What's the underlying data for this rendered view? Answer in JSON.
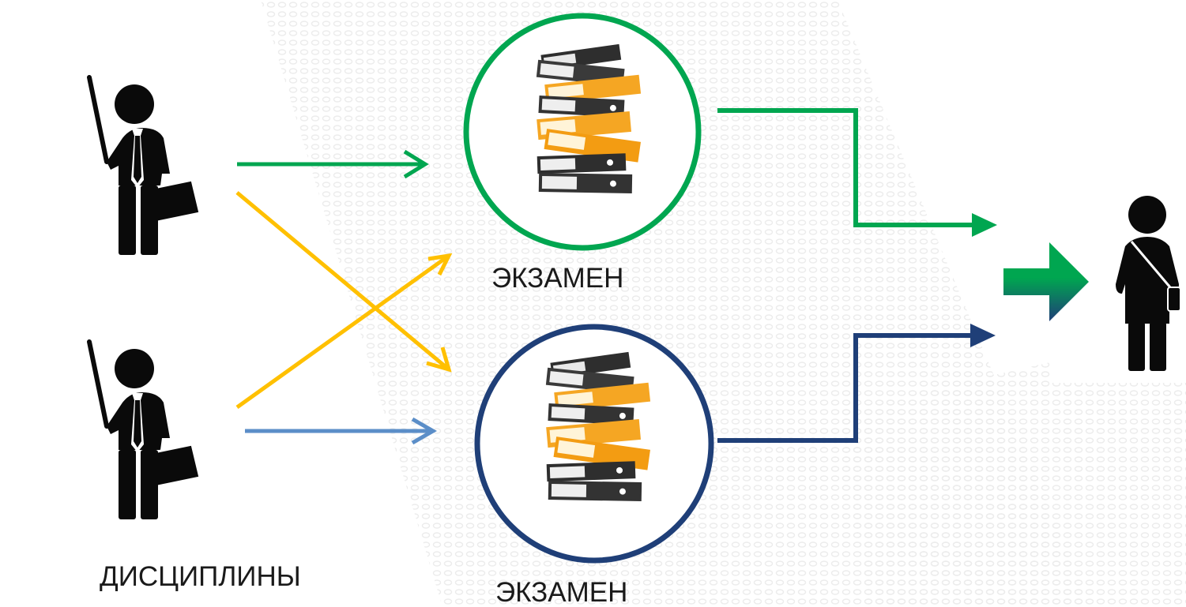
{
  "labels": {
    "exam_top": "ЭКЗАМЕН",
    "exam_bottom": "ЭКЗАМЕН",
    "disciplines": "ДИСЦИПЛИНЫ"
  },
  "colors": {
    "green": "#00a650",
    "yellow": "#ffc000",
    "light_blue": "#5b8ec8",
    "navy": "#1f3f78",
    "orange_binder": "#f5a623",
    "dark_binder": "#333333",
    "figure": "#0a0a0a"
  },
  "icons": {
    "teacher": "teacher-with-pointer-icon",
    "student": "student-with-bag-icon",
    "binders": "stack-of-binders-icon",
    "arrow": "block-arrow-right-icon"
  }
}
